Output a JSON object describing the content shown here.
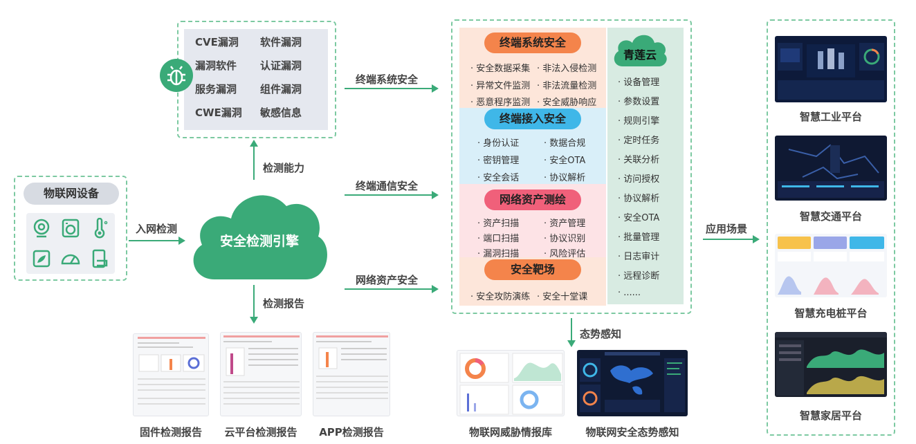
{
  "vulnerabilities": [
    "CVE漏洞",
    "软件漏洞",
    "漏洞软件",
    "认证漏洞",
    "服务漏洞",
    "组件漏洞",
    "CWE漏洞",
    "敏感信息"
  ],
  "devices_title": "物联网设备",
  "engine_label": "安全检测引擎",
  "edges": {
    "admission": "入网检测",
    "capability": "检测能力",
    "report": "检测报告",
    "terminal_system": "终端系统安全",
    "terminal_comm": "终端通信安全",
    "network_asset": "网络资产安全",
    "scenarios": "应用场景",
    "awareness": "态势感知"
  },
  "sections": [
    {
      "title": "终端系统安全",
      "color": "#f4844b",
      "items": [
        "· 安全数据采集",
        "· 非法入侵检测",
        "· 异常文件监测",
        "· 非法流量检测",
        "· 恶意程序监测",
        "· 安全威胁响应"
      ]
    },
    {
      "title": "终端接入安全",
      "color": "#3fb7e8",
      "items": [
        "· 身份认证",
        "· 数据合规",
        "· 密钥管理",
        "· 安全OTA",
        "· 安全会话",
        "· 协议解析"
      ]
    },
    {
      "title": "网络资产测绘",
      "color": "#f0607a",
      "items": [
        "· 资产扫描",
        "· 资产管理",
        "· 端口扫描",
        "· 协议识别",
        "· 漏洞扫描",
        "· 风险评估"
      ]
    },
    {
      "title": "安全靶场",
      "color": "#f4844b",
      "items": [
        "· 安全攻防演练",
        "· 安全十堂课"
      ]
    }
  ],
  "cloud_platform": {
    "title": "青莲云",
    "items": [
      "· 设备管理",
      "· 参数设置",
      "· 规则引擎",
      "· 定时任务",
      "· 关联分析",
      "· 访问授权",
      "· 协议解析",
      "· 安全OTA",
      "· 批量管理",
      "· 日志审计",
      "· 远程诊断",
      "· ......"
    ]
  },
  "platforms": [
    "智慧工业平台",
    "智慧交通平台",
    "智慧充电桩平台",
    "智慧家居平台"
  ],
  "reports": [
    "固件检测报告",
    "云平台检测报告",
    "APP检测报告"
  ],
  "awareness_outputs": [
    "物联网威胁情报库",
    "物联网安全态势感知"
  ],
  "colors": {
    "accent_green": "#3aaa78",
    "dash_green": "#7cc9a1",
    "section_orange": "#f4844b",
    "section_blue": "#3fb7e8",
    "section_pink": "#f0607a",
    "cloud_column": "#d8ebe2"
  }
}
